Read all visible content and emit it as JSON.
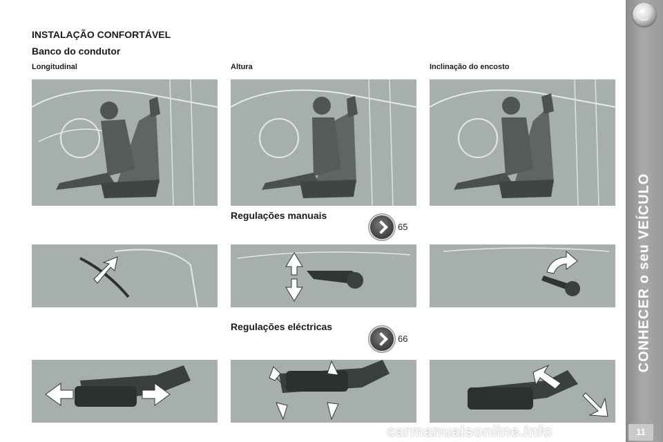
{
  "header": {
    "title": "INSTALAÇÃO CONFORTÁVEL",
    "subtitle": "Banco do condutor"
  },
  "columns": [
    {
      "label": "Longitudinal"
    },
    {
      "label": "Altura"
    },
    {
      "label": "Inclinação do encosto"
    }
  ],
  "sections": {
    "manual": {
      "label": "Regulações manuais",
      "ref": "65"
    },
    "electric": {
      "label": "Regulações eléctricas",
      "ref": "66"
    }
  },
  "sidebar": {
    "title": "CONHECER o seu VEÍCULO",
    "logo_icon": "peugeot-circle-icon"
  },
  "page": {
    "number": "11"
  },
  "watermark": "carmanualsonline.info",
  "colors": {
    "panel": "#a7aeae",
    "sidebar": "#9a9a9a",
    "arrow": "#ffffff"
  }
}
